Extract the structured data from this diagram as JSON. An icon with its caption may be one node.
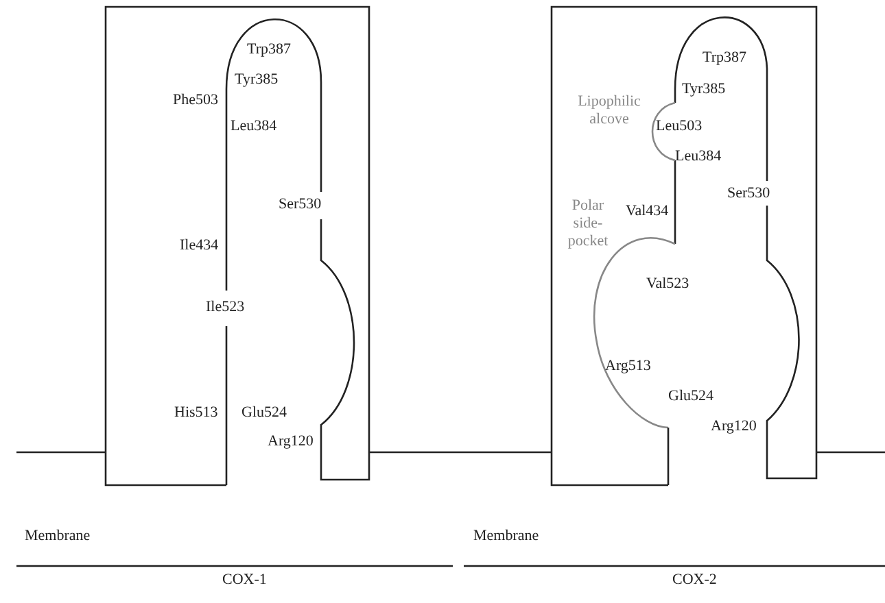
{
  "diagram": {
    "labels": [
      "Trp387",
      "Tyr385",
      "Phe503",
      "Leu384",
      "Ser530",
      "Ile434",
      "Ile523",
      "His513",
      "Glu524",
      "Arg120",
      "Membrane",
      "COX-1",
      "Trp387",
      "Tyr385",
      "Lipophilic alcove",
      "Leu503",
      "Leu384",
      "Ser530",
      "Polar side-pocket",
      "Val434",
      "Val523",
      "Arg513",
      "Glu524",
      "Arg120",
      "Membrane",
      "COX-2"
    ]
  }
}
